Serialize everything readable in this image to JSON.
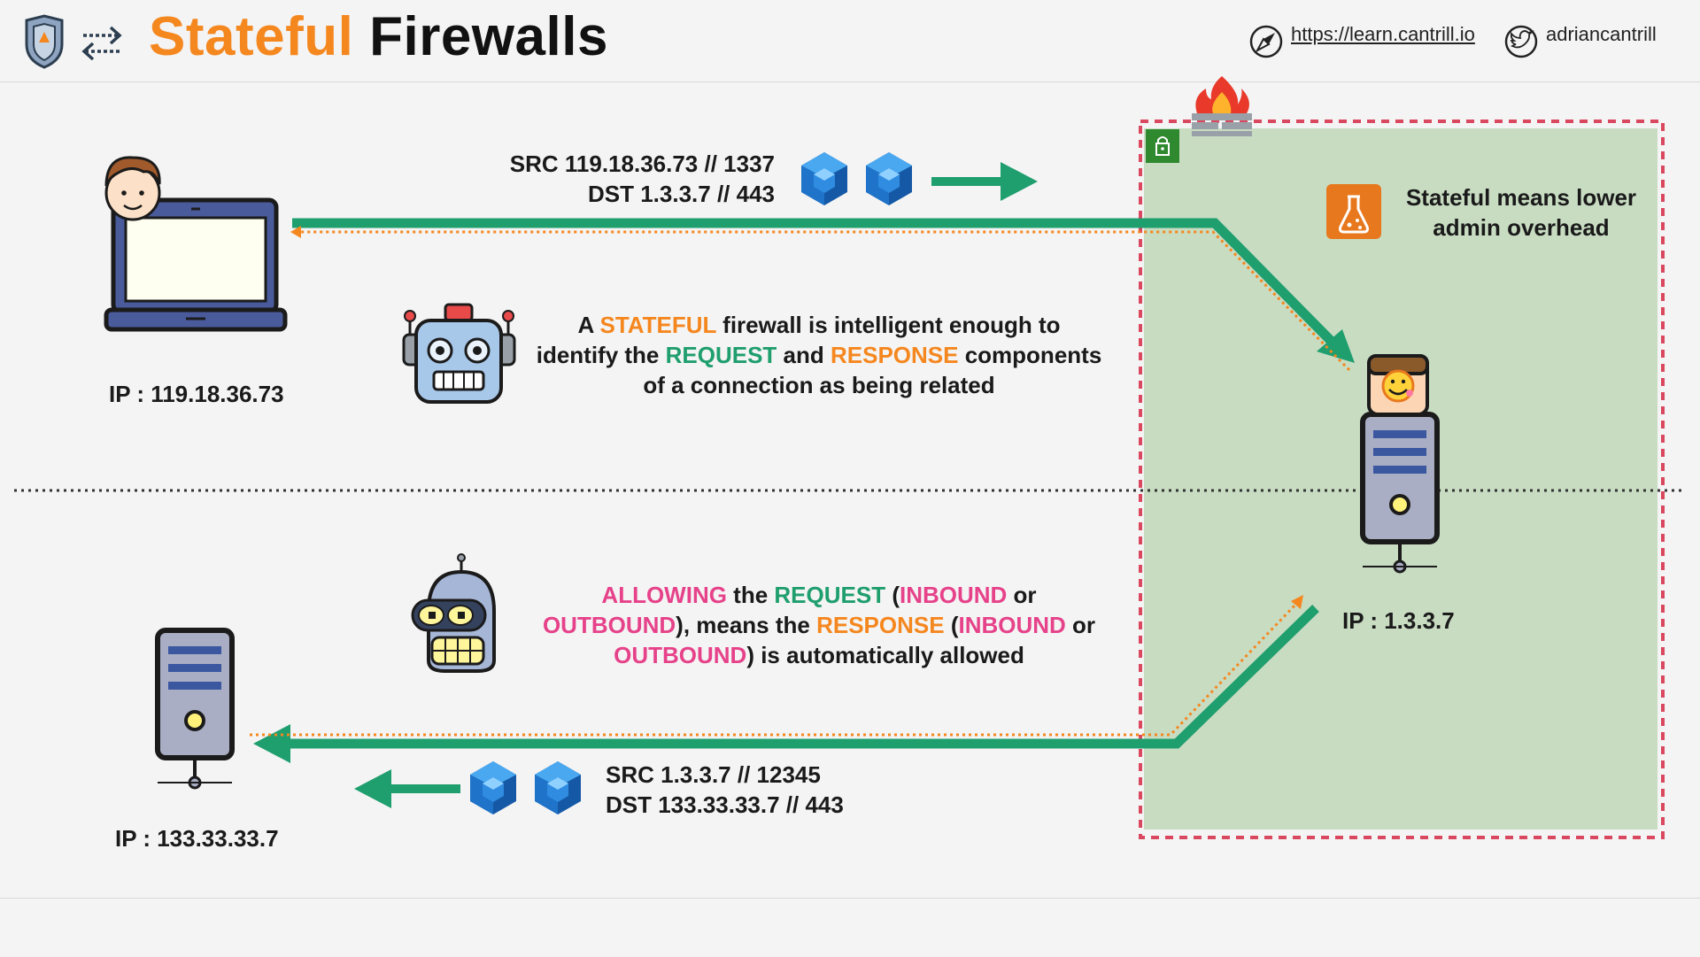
{
  "header": {
    "title_part1": "Stateful",
    "title_part2": "Firewalls",
    "site_link": "https://learn.cantrill.io",
    "twitter_handle": "adriancantrill"
  },
  "client": {
    "ip_label": "IP : 119.18.36.73"
  },
  "server": {
    "ip_label": "IP : 1.3.3.7"
  },
  "remote": {
    "ip_label": "IP : 133.33.33.7"
  },
  "request_packet": {
    "src": "SRC 119.18.36.73 // 1337",
    "dst": "DST 1.3.3.7 // 443"
  },
  "response_packet": {
    "src": "SRC 1.3.3.7 // 12345",
    "dst": "DST 133.33.33.7 // 443"
  },
  "note": {
    "line1": "Stateful means lower",
    "line2": "admin overhead"
  },
  "desc1": {
    "l1_a": "A ",
    "l1_b": "STATEFUL",
    "l1_c": " firewall is intelligent enough to",
    "l2_a": "identify the ",
    "l2_b": "REQUEST",
    "l2_c": " and ",
    "l2_d": "RESPONSE",
    "l2_e": " components",
    "l3": "of a connection as being related"
  },
  "desc2": {
    "l1_a": "ALLOWING",
    "l1_b": " the ",
    "l1_c": "REQUEST",
    "l1_d": " (",
    "l1_e": "INBOUND",
    "l1_f": " or",
    "l2_a": "OUTBOUND",
    "l2_b": "), means the ",
    "l2_c": "RESPONSE",
    "l2_d": " (",
    "l2_e": "INBOUND",
    "l2_f": " or",
    "l3_a": "OUTBOUND",
    "l3_b": ") is automatically allowed"
  },
  "colors": {
    "accent_orange": "#f5871f",
    "flow_green": "#1f9e6e",
    "highlight_pink": "#e6428a",
    "zone_green": "#c8dcc2",
    "zone_border_red": "#d9485f",
    "cube_blue": "#1f73c8"
  },
  "icons": [
    "shield-logo-icon",
    "swap-arrows-icon",
    "compass-icon",
    "twitter-icon",
    "fire-wall-icon",
    "lock-icon",
    "flask-icon",
    "person-laptop-icon",
    "robot-icon",
    "bender-robot-icon",
    "server-icon",
    "app-icon",
    "packet-cube-icon"
  ]
}
